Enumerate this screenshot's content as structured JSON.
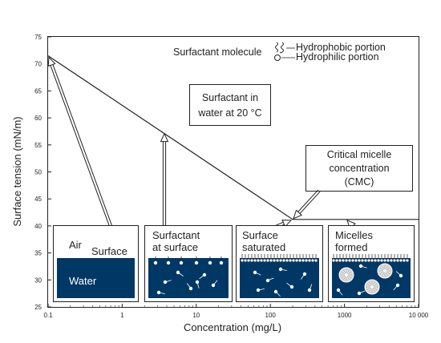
{
  "chart_data": {
    "type": "line",
    "xlabel": "Concentration (mg/L)",
    "ylabel": "Surface tension (mN/m)",
    "x_scale": "log",
    "xlim": [
      0.1,
      10000
    ],
    "ylim": [
      25,
      75
    ],
    "x_ticks": [
      "0.1",
      "1",
      "10",
      "100",
      "1000",
      "10 000"
    ],
    "y_ticks": [
      "25",
      "30",
      "35",
      "40",
      "45",
      "50",
      "55",
      "60",
      "65",
      "70",
      "75"
    ],
    "grid": false,
    "series": [
      {
        "x": [
          0.1,
          200,
          10000
        ],
        "y": [
          71.5,
          41.2,
          41.2
        ]
      }
    ],
    "annotations": {
      "note": [
        "Surfactant in",
        "water at 20 °C"
      ],
      "cmc": [
        "Critical micelle",
        "concentration",
        "(CMC)"
      ]
    },
    "legend": {
      "title": "Surfactant molecule",
      "hydrophobic": "Hydrophobic portion",
      "hydrophilic": "Hydrophilic portion"
    },
    "panels": [
      {
        "lines": [
          "Air"
        ],
        "sub": "Surface",
        "water": "Water"
      },
      {
        "lines": [
          "Surfactant",
          "at surface"
        ]
      },
      {
        "lines": [
          "Surface",
          "saturated"
        ]
      },
      {
        "lines": [
          "Micelles",
          "formed"
        ]
      }
    ]
  },
  "colors": {
    "water": "#003865",
    "axis": "#222222",
    "line": "#222222"
  }
}
